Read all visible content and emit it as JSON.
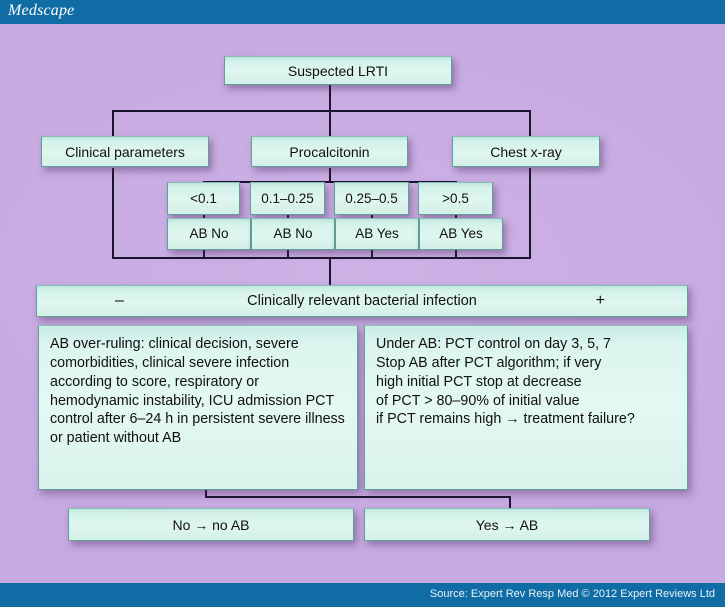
{
  "header": {
    "brand": "Medscape",
    "bar_color": "#0f6ca5"
  },
  "footer": {
    "source": "Source: Expert Rev Resp Med © 2012 Expert Reviews Ltd"
  },
  "theme": {
    "background": "#c8ace2",
    "box_fill": "#dff6f0",
    "box_border": "#5f9f96",
    "line_color": "#1b1430"
  },
  "flow": {
    "root": "Suspected LRTI",
    "branches": [
      "Clinical parameters",
      "Procalcitonin",
      "Chest x-ray"
    ],
    "pct_thresholds": [
      "<0.1",
      "0.1–0.25",
      "0.25–0.5",
      ">0.5"
    ],
    "pct_decisions": [
      "AB  No",
      "AB  No",
      "AB  Yes",
      "AB  Yes"
    ],
    "infection_bar": {
      "minus": "–",
      "title": "Clinically relevant bacterial infection",
      "plus": "+"
    },
    "panel_left": "AB over-ruling: clinical decision, severe comorbidities, clinical severe infection according to score, respiratory or hemodynamic instability, ICU admission PCT control after 6–24 h in persistent severe illness or patient without AB",
    "panel_right": "Under AB: PCT control on day 3, 5, 7\nStop AB after PCT algorithm; if very\nhigh initial PCT stop at decrease\nof PCT > 80–90% of initial value\nif PCT remains high → treatment failure?",
    "outcomes": [
      "No → no AB",
      "Yes → AB"
    ]
  }
}
